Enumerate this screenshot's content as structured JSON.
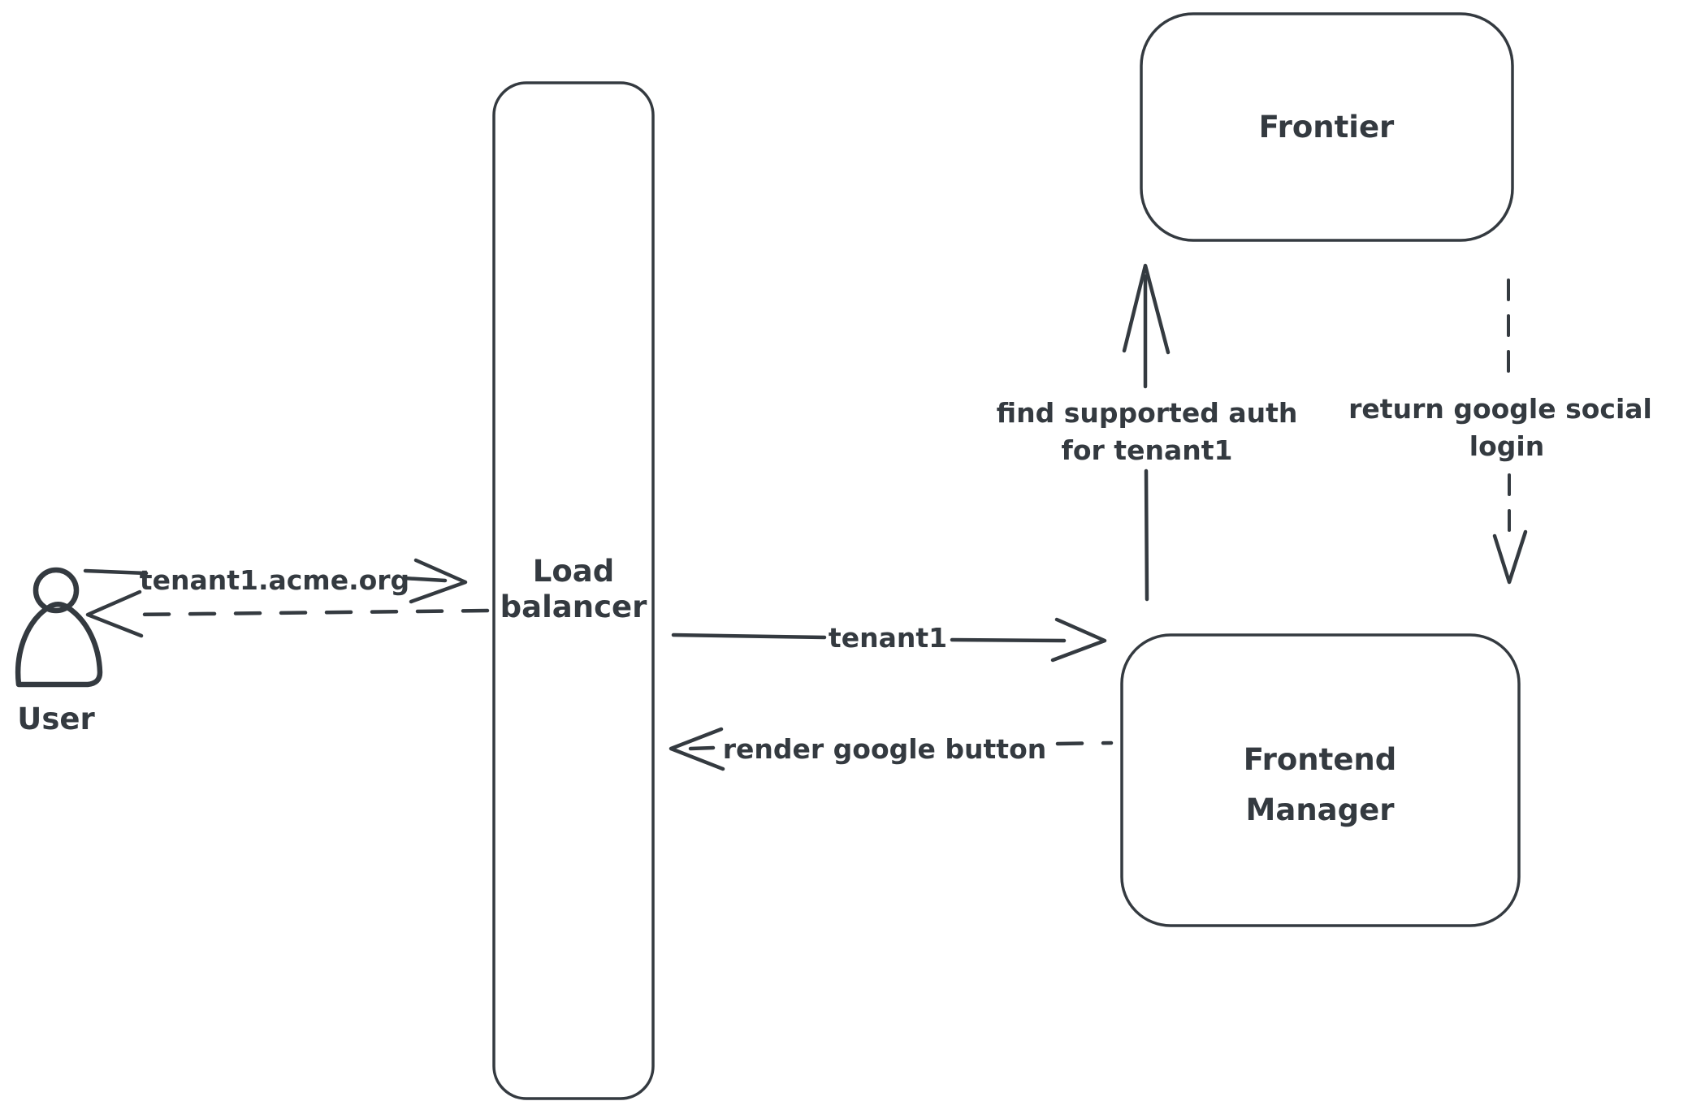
{
  "diagram": {
    "background": "#ffffff",
    "stroke_color": "#343a40",
    "hatch_color": "#ccd5df",
    "actor": {
      "label": "User"
    },
    "nodes": {
      "load_balancer": {
        "line1": "Load",
        "line2": "balancer"
      },
      "frontier": {
        "label": "Frontier"
      },
      "frontend_manager": {
        "line1": "Frontend",
        "line2": "Manager"
      }
    },
    "edges": {
      "user_request": {
        "label": "tenant1.acme.org",
        "style": "solid-right"
      },
      "response_to_user": {
        "style": "dashed-left"
      },
      "lb_to_frontend_manager": {
        "label": "tenant1",
        "style": "solid-right"
      },
      "render_google_button": {
        "label": "render google button",
        "style": "dashed-left"
      },
      "find_supported_auth": {
        "line1": "find supported auth",
        "line2": "for tenant1",
        "style": "solid-up"
      },
      "return_google_social_login": {
        "line1": "return google social",
        "line2": "login",
        "style": "dashed-down"
      }
    }
  }
}
